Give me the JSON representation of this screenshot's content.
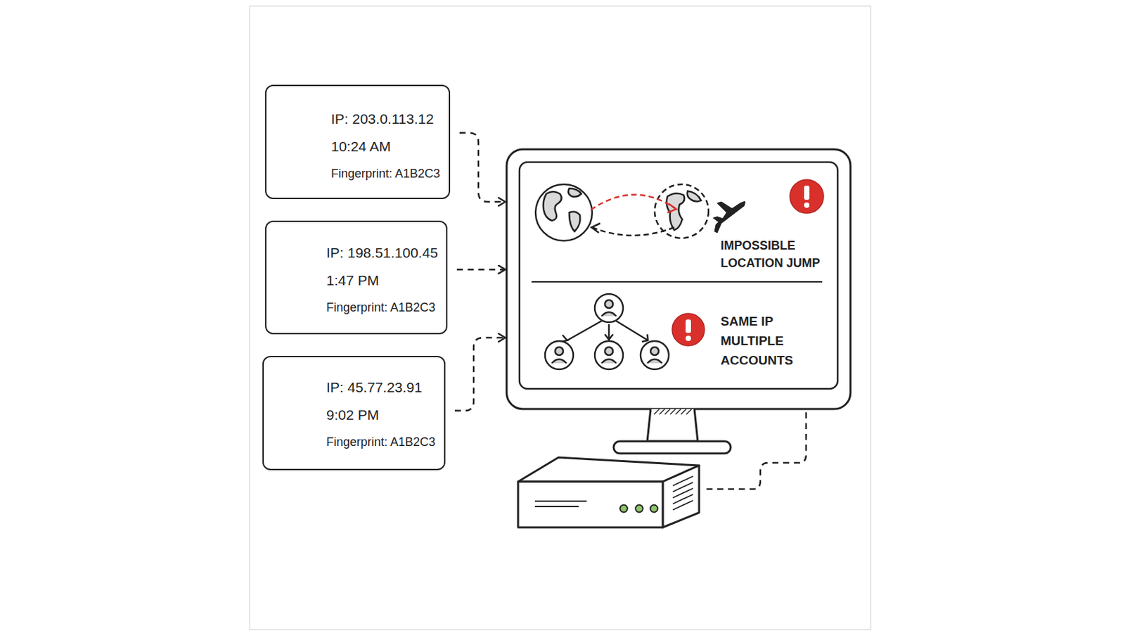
{
  "diagram": {
    "nodes": [
      {
        "text": [
          "IP: 203.0.113.12",
          "10:24 AM",
          "Fingerprint: A1B2C3"
        ]
      },
      {
        "text": [
          "IP: 198.51.100.45",
          "1:47 PM",
          "Fingerprint: A1B2C3"
        ]
      },
      {
        "text": [
          "IP: 45.77.23.91",
          "9:02 PM",
          "Fingerprint: A1B2C3"
        ]
      },
      {
        "text": [
          "IMPOSSIBLE LOCATION JUMP"
        ]
      },
      {
        "text": [
          "SAME IP MULTIPLE ACCOUNTS"
        ]
      }
    ],
    "edges": [
      {
        "from": 0,
        "to": 3,
        "arrow": "to"
      },
      {
        "from": 1,
        "to": 3,
        "arrow": "to"
      },
      {
        "from": 2,
        "to": 4,
        "arrow": "to"
      }
    ]
  }
}
